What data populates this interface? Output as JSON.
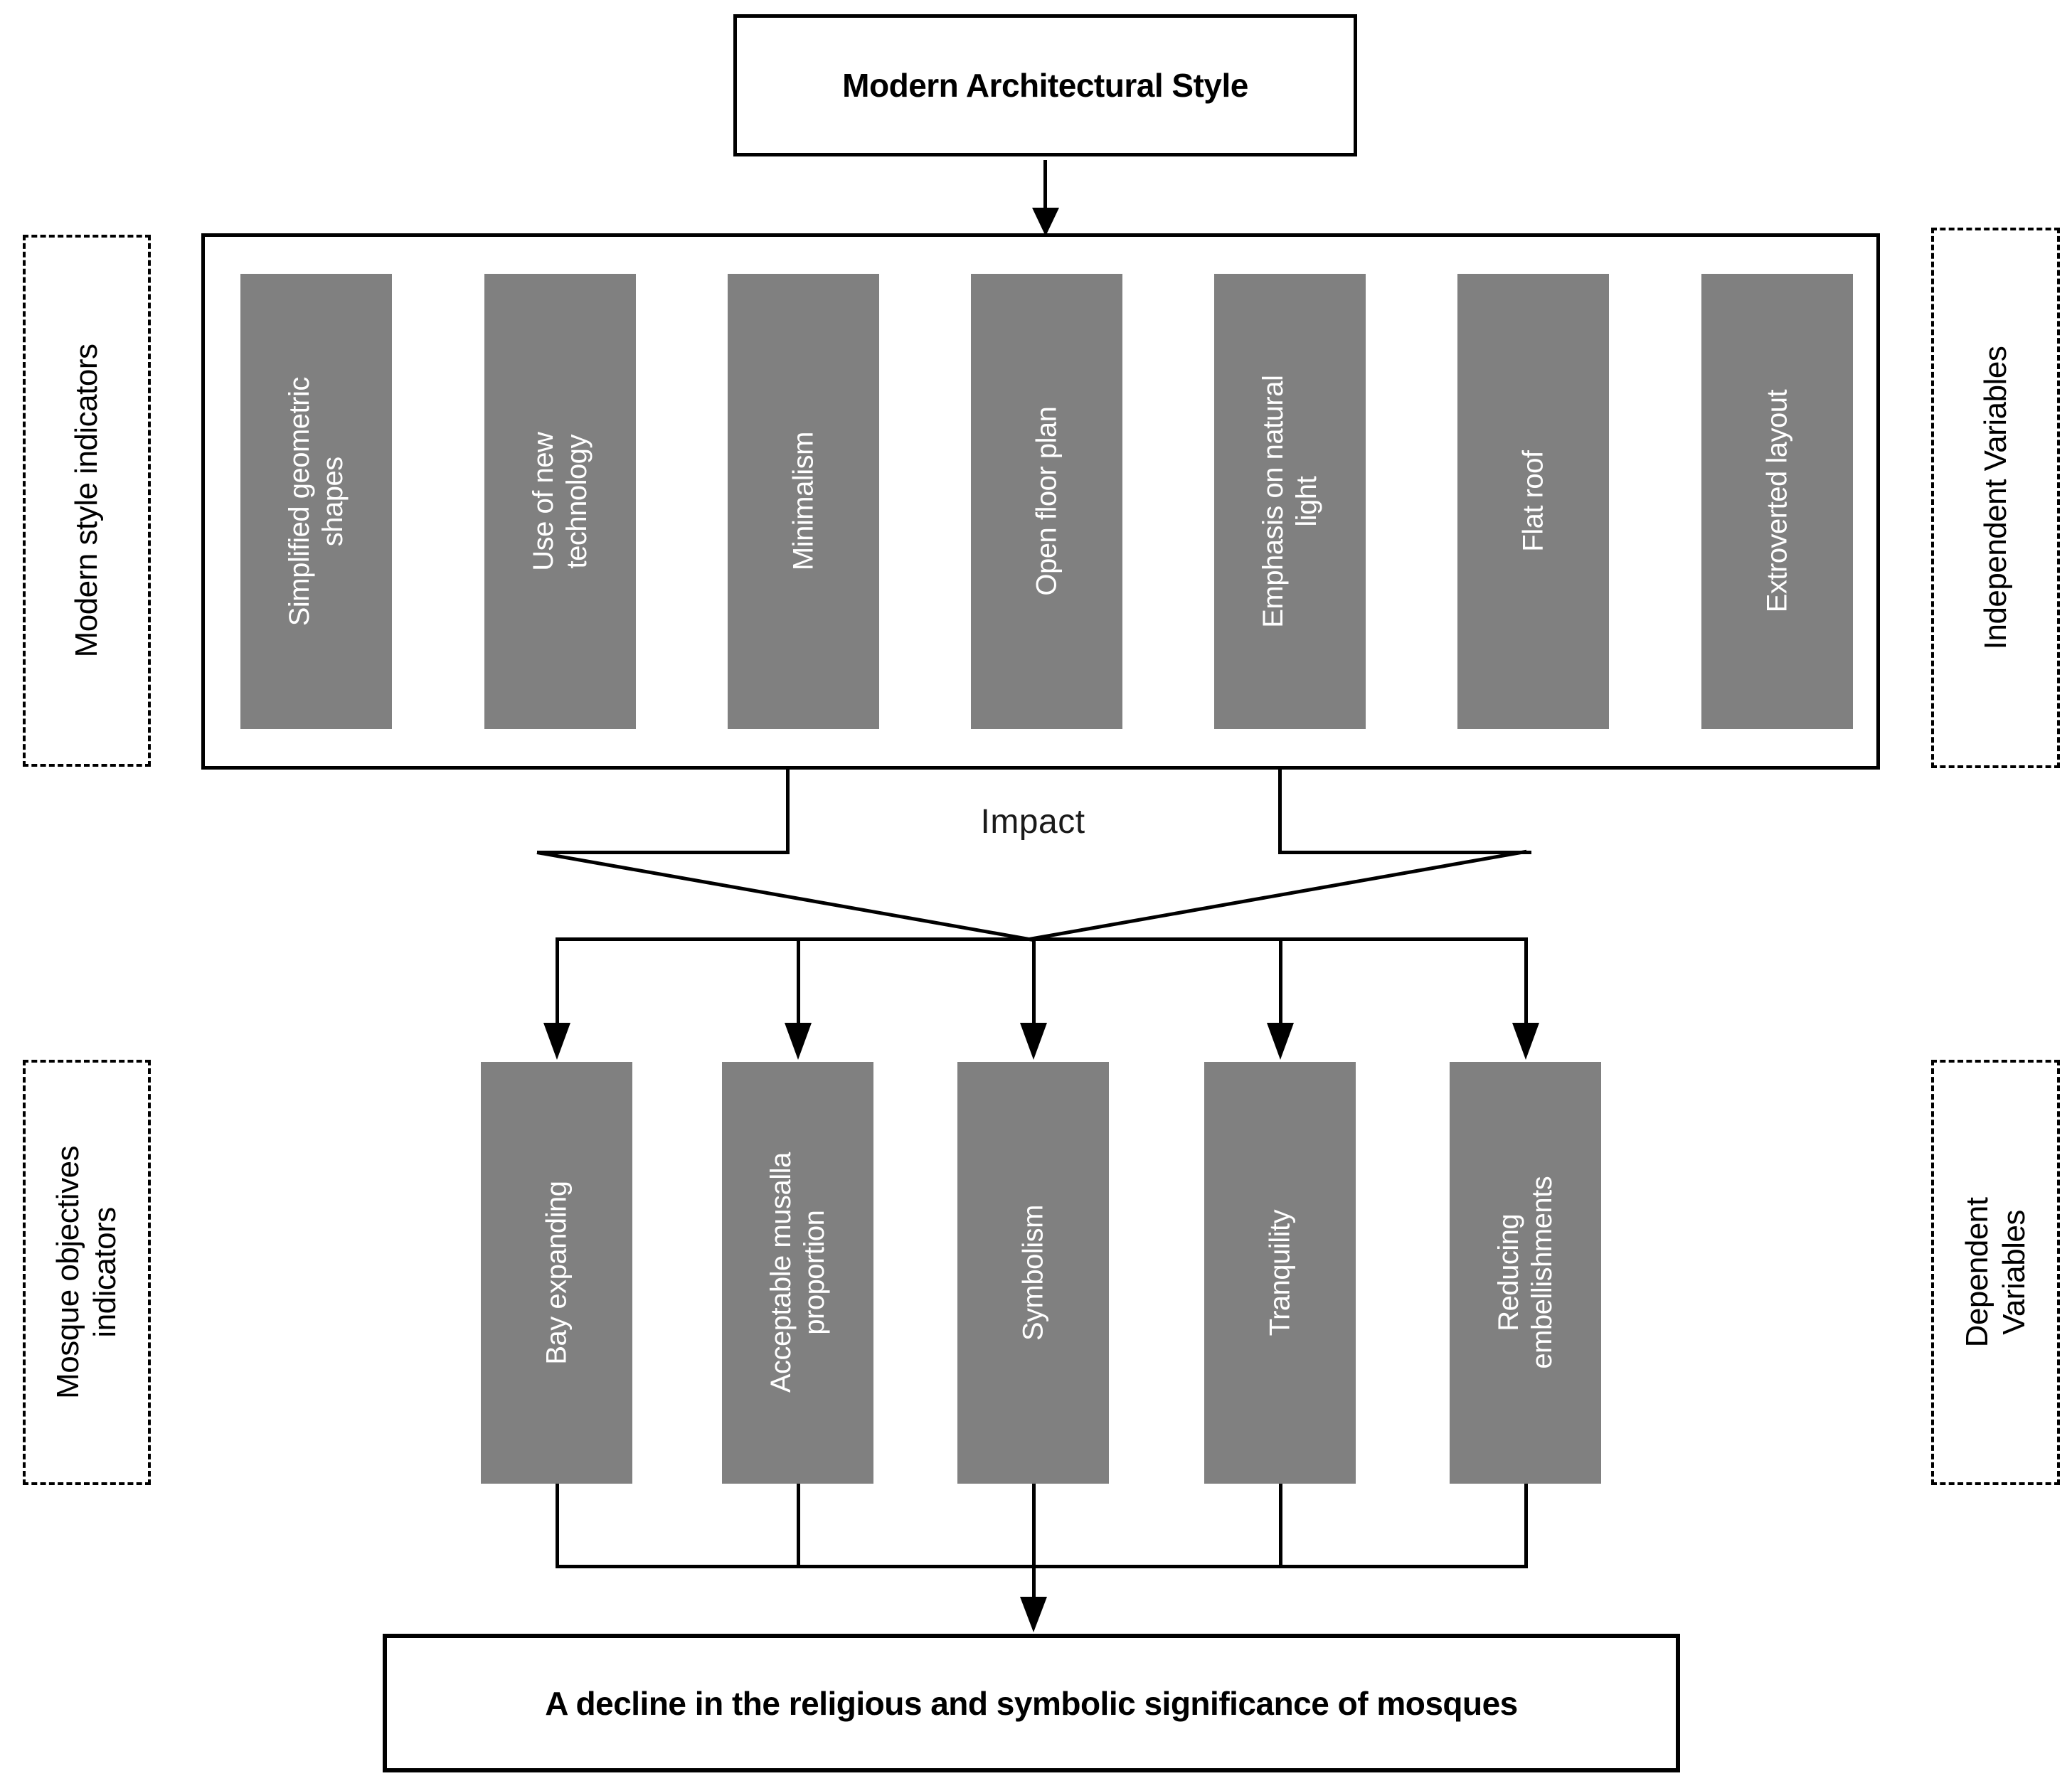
{
  "title": "Modern Architectural Style",
  "impact_label": "Impact",
  "outcome": "A decline in the religious and symbolic significance of mosques",
  "independent": {
    "side_left": "Modern style indicators",
    "side_right": "Independent Variables",
    "items": [
      "Simplified geometric shapes",
      "Use of new technology",
      "Minimalism",
      "Open floor plan",
      "Emphasis on natural light",
      "Flat roof",
      "Extroverted layout"
    ]
  },
  "dependent": {
    "side_left": "Mosque objectives indicators",
    "side_right": "Dependent Variables",
    "items": [
      "Bay expanding",
      "Acceptable musalla proportion",
      "Symbolism",
      "Tranquility",
      "Reducing embellishments"
    ]
  },
  "colors": {
    "box_fill_gray": "#808080",
    "box_text": "#ffffff",
    "line_black": "#000000",
    "background": "#ffffff"
  }
}
